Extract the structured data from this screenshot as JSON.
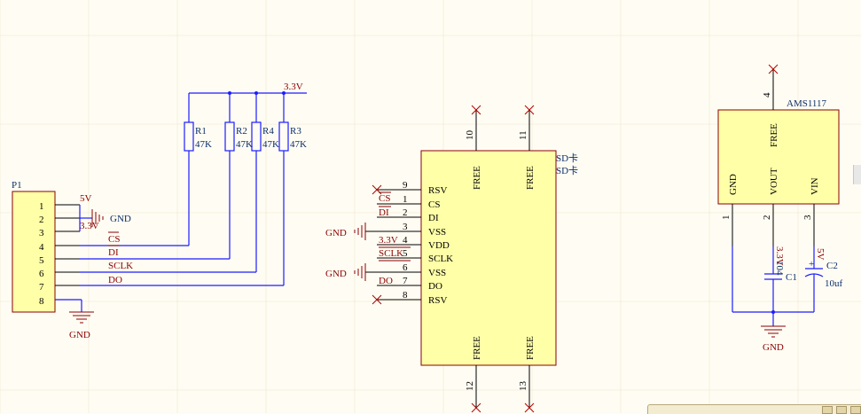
{
  "connector": {
    "ref": "P1",
    "pins": [
      "1",
      "2",
      "3",
      "4",
      "5",
      "6",
      "7",
      "8"
    ]
  },
  "resistors": [
    {
      "ref": "R1",
      "value": "47K"
    },
    {
      "ref": "R2",
      "value": "47K"
    },
    {
      "ref": "R4",
      "value": "47K"
    },
    {
      "ref": "R3",
      "value": "47K"
    }
  ],
  "nets": {
    "supply_3v3": "3.3V",
    "p1_5v": "5V",
    "p1_3v3": "3.3V",
    "gnd": "GND",
    "cs": "CS",
    "di": "DI",
    "sclk": "SCLK",
    "do": "DO"
  },
  "sd": {
    "label1": "SD卡",
    "label2": "SD卡",
    "left_pins": [
      {
        "num": "9",
        "name": "RSV"
      },
      {
        "num": "1",
        "name": "CS"
      },
      {
        "num": "2",
        "name": "DI"
      },
      {
        "num": "3",
        "name": "VSS"
      },
      {
        "num": "4",
        "name": "VDD"
      },
      {
        "num": "5",
        "name": "SCLK"
      },
      {
        "num": "6",
        "name": "VSS"
      },
      {
        "num": "7",
        "name": "DO"
      },
      {
        "num": "8",
        "name": "RSV"
      }
    ],
    "left_nets": {
      "cs": "CS",
      "di": "DI",
      "gnd1": "GND",
      "vdd": "3.3V",
      "sclk": "SCLK",
      "gnd2": "GND",
      "do": "DO"
    },
    "top_pins": [
      {
        "num": "10",
        "name": "FREE"
      },
      {
        "num": "11",
        "name": "FREE"
      }
    ],
    "bottom_pins": [
      {
        "num": "12",
        "name": "FREE"
      },
      {
        "num": "13",
        "name": "FREE"
      }
    ]
  },
  "regulator": {
    "part": "AMS1117",
    "top_pin": {
      "num": "4",
      "name": "FREE"
    },
    "pins": [
      {
        "num": "1",
        "name": "GND"
      },
      {
        "num": "2",
        "name": "VOUT"
      },
      {
        "num": "3",
        "name": "VIN"
      }
    ],
    "net_vout": "3.3V",
    "net_vin": "5V",
    "c1": {
      "ref": "C1",
      "value": "104"
    },
    "c2": {
      "ref": "C2",
      "value": "10uf"
    },
    "gnd": "GND"
  }
}
